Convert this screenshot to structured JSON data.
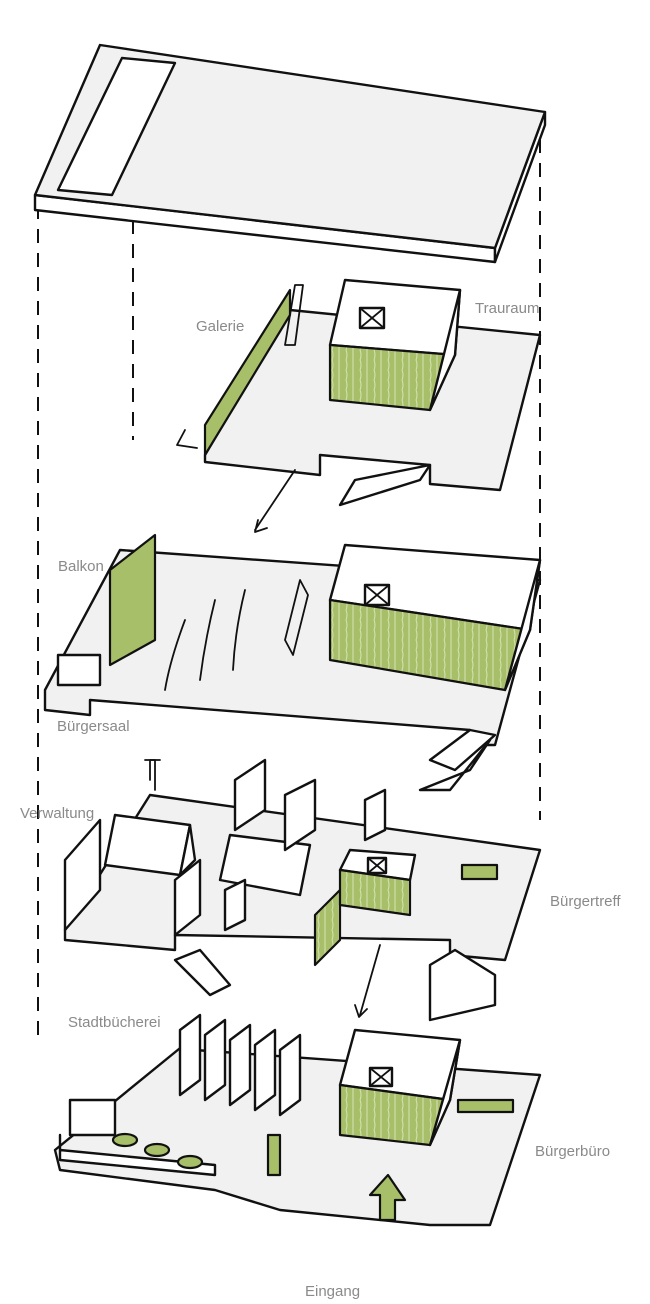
{
  "colors": {
    "green": "#a8bf6a",
    "label": "#8a8a8a",
    "ink": "#111111",
    "slab": "#f1f1f1"
  },
  "labels": {
    "trauraum": "Trauraum",
    "galerie": "Galerie",
    "balkon": "Balkon",
    "buergersaal": "Bürgersaal",
    "verwaltung": "Verwaltung",
    "buergertreff": "Bürgertreff",
    "stadtbuecherei": "Stadtbücherei",
    "buergerbuero": "Bürgerbüro",
    "eingang": "Eingang"
  }
}
